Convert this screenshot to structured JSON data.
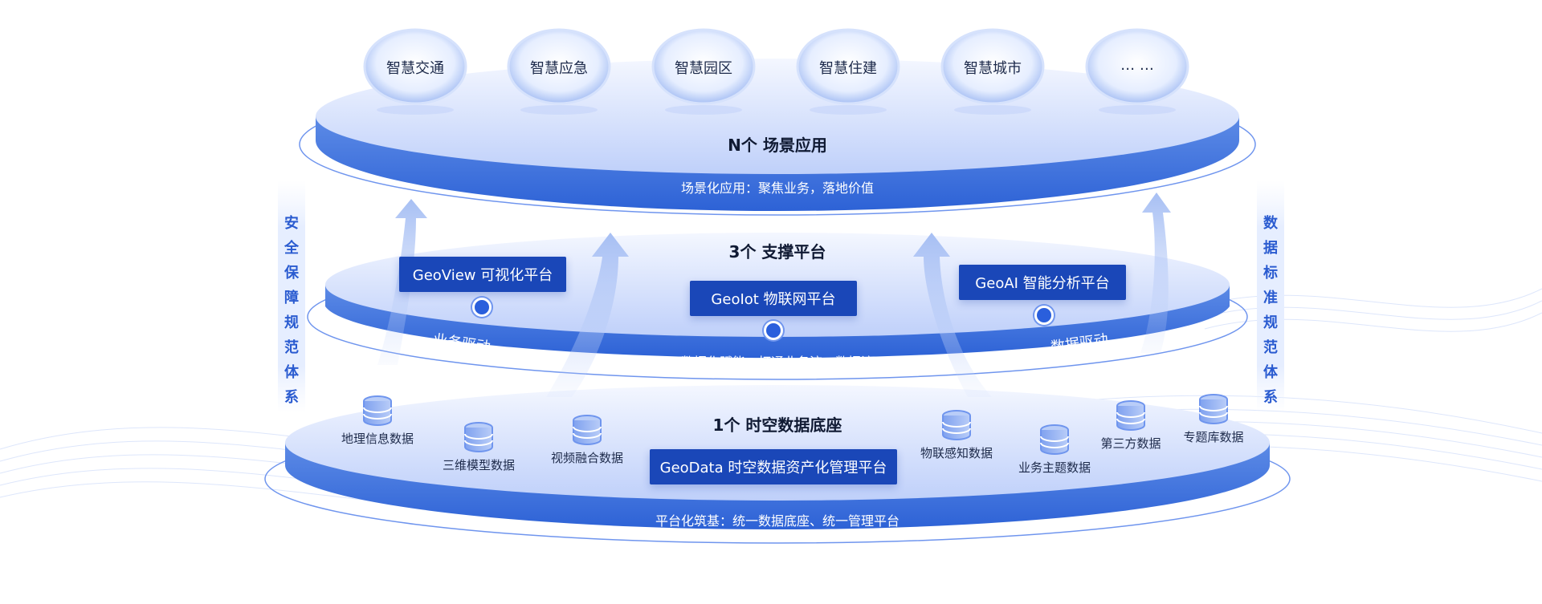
{
  "top_layer": {
    "title": "N个 场景应用",
    "caption": "场景化应用：聚焦业务，落地价值",
    "bubbles": [
      "智慧交通",
      "智慧应急",
      "智慧园区",
      "智慧住建",
      "智慧城市",
      "… …"
    ]
  },
  "middle_layer": {
    "title": "3个 支撑平台",
    "caption": "数据化赋能：打通业务流、数据流",
    "platforms": [
      "GeoView 可视化平台",
      "GeoIot 物联网平台",
      "GeoAI 智能分析平台"
    ],
    "left_drive": "业务驱动",
    "right_drive": "数据驱动"
  },
  "bottom_layer": {
    "title": "1个 时空数据底座",
    "caption": "平台化筑基：统一数据底座、统一管理平台",
    "platform": "GeoData 时空数据资产化管理平台",
    "data_items": [
      "地理信息数据",
      "三维模型数据",
      "视频融合数据",
      "物联感知数据",
      "业务主题数据",
      "第三方数据",
      "专题库数据"
    ]
  },
  "left_pillar": [
    "安",
    "全",
    "保",
    "障",
    "规",
    "范",
    "体",
    "系"
  ],
  "right_pillar": [
    "数",
    "据",
    "标",
    "准",
    "规",
    "范",
    "体",
    "系"
  ],
  "colors": {
    "primary": "#1a47b8",
    "disc": "#3f74dc",
    "accent": "#2a5bd0"
  }
}
